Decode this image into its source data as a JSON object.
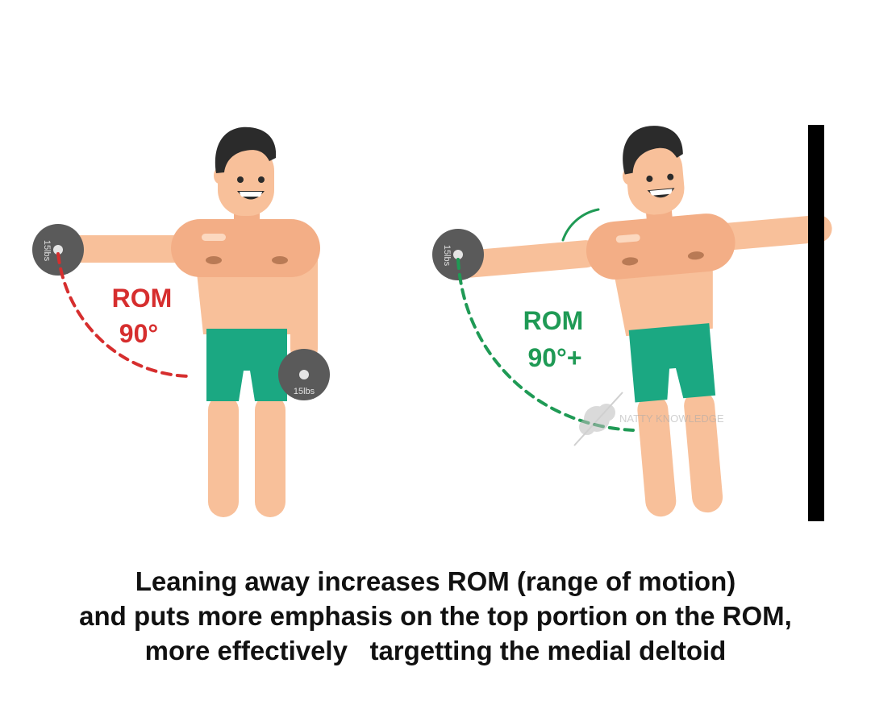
{
  "left_figure": {
    "rom_label": "ROM",
    "rom_value": "90°",
    "weight_left": "15lbs",
    "weight_right": "15lbs"
  },
  "right_figure": {
    "rom_label": "ROM",
    "rom_value": "90°+",
    "weight": "15lbs"
  },
  "watermark": {
    "text": "NATTY KNOWLEDGE"
  },
  "caption": {
    "line1": "Leaning away increases ROM (range of motion)",
    "line2": "and puts more emphasis on the top portion on the ROM,",
    "line3": "more effectively   targetting the medial deltoid"
  },
  "colors": {
    "skin": "#F8C09A",
    "skin_dark": "#F3AE86",
    "hair": "#2B2B2B",
    "shorts": "#1BA882",
    "weight": "#5A5A5A",
    "rom_red": "#D62E2E",
    "rom_green": "#1F9A55",
    "wall": "#000000"
  }
}
